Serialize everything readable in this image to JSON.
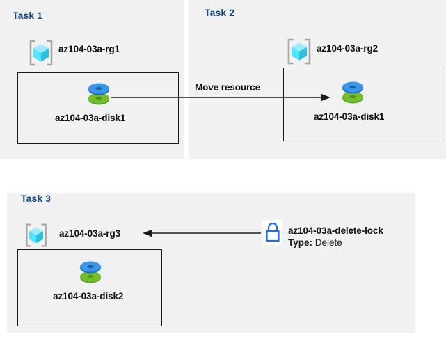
{
  "diagram": {
    "title": "Azure resource tasks diagram",
    "background": "#ffffff",
    "panel_background": "#f1f1f1",
    "heading_color": "#14487f",
    "accent_lock_color": "#1a6cff"
  },
  "tasks": [
    {
      "id": "task1",
      "heading": "Task 1",
      "resource_group": {
        "name": "az104-03a-rg1",
        "icon": "resource-group-icon"
      },
      "resources": [
        {
          "name": "az104-03a-disk1",
          "icon": "managed-disk-icon"
        }
      ]
    },
    {
      "id": "task2",
      "heading": "Task 2",
      "resource_group": {
        "name": "az104-03a-rg2",
        "icon": "resource-group-icon"
      },
      "resources": [
        {
          "name": "az104-03a-disk1",
          "icon": "managed-disk-icon"
        }
      ]
    },
    {
      "id": "task3",
      "heading": "Task 3",
      "resource_group": {
        "name": "az104-03a-rg3",
        "icon": "resource-group-icon"
      },
      "resources": [
        {
          "name": "az104-03a-disk2",
          "icon": "managed-disk-icon"
        }
      ],
      "lock": {
        "name": "az104-03a-delete-lock",
        "type_key": "Type:",
        "type_value": "Delete",
        "icon": "lock-icon"
      }
    }
  ],
  "connectors": [
    {
      "id": "move-arrow",
      "label": "Move resource",
      "direction": "right",
      "from": "az104-03a-disk1 (task1)",
      "to": "az104-03a-disk1 (task2)"
    },
    {
      "id": "lock-arrow",
      "label": "",
      "direction": "left",
      "from": "az104-03a-delete-lock",
      "to": "az104-03a-rg3"
    }
  ]
}
